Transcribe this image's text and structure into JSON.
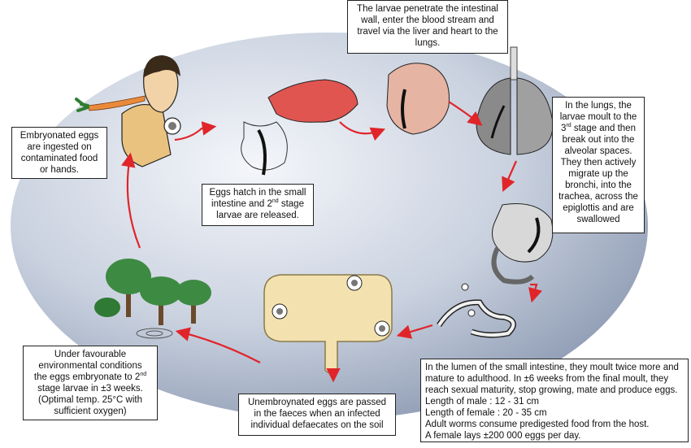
{
  "labels": {
    "penetrate": [
      "The larvae penetrate the intestinal",
      "wall, enter the blood stream and",
      "travel via the liver and heart to the",
      "lungs."
    ],
    "lungs": [
      "In the lungs, the",
      "larvae moult to the",
      "3rd stage and then",
      "break out into the",
      "alveolar spaces.",
      "They then actively",
      "migrate up the",
      "bronchi, into the",
      "trachea, across the",
      "epiglottis and are",
      "swallowed"
    ],
    "hatch": [
      "Eggs hatch in the small",
      "intestine and 2nd stage",
      "larvae are released."
    ],
    "ingested": [
      "Embryonated eggs",
      "are ingested on",
      "contaminated food",
      "or hands."
    ],
    "lumen": [
      "In the lumen of the small intestine, they moult twice more and",
      "mature to adulthood.  In ±6 weeks from the final moult, they",
      "reach sexual maturity, stop growing, mate and produce eggs.",
      "Length of male : 12 - 31 cm",
      "Length of female : 20 - 35 cm",
      "Adult worms consume predigested food from the host.",
      "A female lays ±200 000 eggs per day."
    ],
    "faeces": [
      "Unembroynated eggs are passed",
      "in the faeces when an infected",
      "individual defaecates on the soil"
    ],
    "favourable": [
      "Under favourable",
      "environmental conditions",
      "the eggs embryonate to 2nd",
      "stage larvae in ±3 weeks.",
      "(Optimal temp. 25°C with",
      "sufficient oxygen)"
    ]
  },
  "colors": {
    "arrow": "#e0252a",
    "ellipse_light": "#f4f6fa",
    "ellipse_dark": "#8795ae",
    "liver": "#e05550",
    "intestine": "#f3e2b0",
    "tree": "#3d8a43",
    "skin": "#e9c27f"
  },
  "icons": [
    "person-eating-carrot-icon",
    "egg-icon",
    "liver-icon",
    "heart-icon",
    "lungs-icon",
    "stomach-icon",
    "small-intestine-icon",
    "large-intestine-icon",
    "trees-icon",
    "puddle-icon"
  ]
}
